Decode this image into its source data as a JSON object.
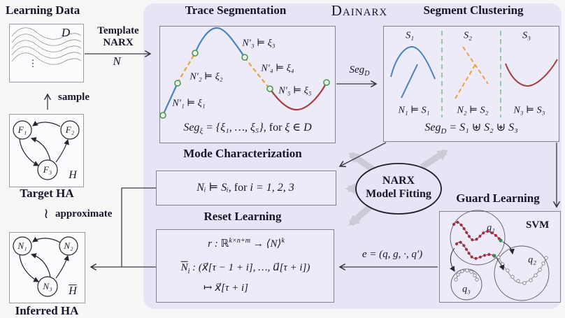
{
  "colors": {
    "panel_bg": "#e7e4f5",
    "box_bg": "#edebf8",
    "page_bg": "#f8f7f8",
    "blue": "#4981bd",
    "orange": "#eaa23a",
    "red": "#a63d3b",
    "green_marker": "#49984f",
    "separator_green": "#7fbf8f",
    "gray_arrow": "#cbcad5",
    "ink": "#15162a"
  },
  "left": {
    "learning_data": {
      "title": "Learning Data",
      "symbol": "D",
      "dots": "⋮"
    },
    "template": {
      "line1": "Template",
      "line2": "NARX",
      "symbol": "N"
    },
    "sample_label": "sample",
    "target": {
      "title": "Target HA",
      "nodes": [
        "F₁",
        "F₂",
        "F₃"
      ],
      "symbol": "H"
    },
    "approx": {
      "symbol": "≀",
      "label": "approximate"
    },
    "inferred": {
      "title": "Inferred HA",
      "nodes": [
        "N₁",
        "N₂",
        "N₃"
      ],
      "symbol": "H"
    }
  },
  "panel": {
    "brand": "Dainarx",
    "trace_segmentation": {
      "title": "Trace Segmentation",
      "labels": [
        "N′₁ ⊨ ξ₁",
        "N′₂ ⊨ ξ₂",
        "N′₃ ⊨ ξ₃",
        "N′₄ ⊨ ξ₄",
        "N′₅ ⊨ ξ₅"
      ],
      "formula": {
        "a": "Seg",
        "sub": "ξ",
        "b": " = {ξ₁, …, ξ₅}, ",
        "kw": "for ",
        "c": "ξ ∈ D"
      }
    },
    "seg_arrow": {
      "a": "Seg",
      "sub": "D"
    },
    "segment_clustering": {
      "title": "Segment Clustering",
      "cluster_names": [
        "S₁",
        "S₂",
        "S₃"
      ],
      "models": [
        "N₁ ⊨ S₁",
        "N₂ ⊨ S₂",
        "N₃ ⊨ S₃"
      ],
      "formula": {
        "a": "Seg",
        "sub": "D",
        "b": " = S₁ ⊎ S₂ ⊎ S₃"
      }
    },
    "mode_characterization": {
      "title": "Mode Characterization",
      "formula": {
        "a": "Nᵢ ⊨ Sᵢ, ",
        "kw": "for ",
        "b": "i = 1, 2, 3"
      }
    },
    "narx_fitting": {
      "line1": "NARX",
      "line2": "Model Fitting"
    },
    "reset_learning": {
      "title": "Reset Learning",
      "l1": {
        "a": "r : ℝ",
        "sup1": "k×n+m",
        "b": " → ⟨N⟩",
        "sup2": "k"
      },
      "l2": {
        "n": "N",
        "sub": "i",
        "rest": " : (x⃗[τ − 1 + i], …, u⃗[τ + i])"
      },
      "l3": "↦ x⃗[τ + i]"
    },
    "edge_label": "e = (q, g, ·, q′)",
    "guard_learning": {
      "title": "Guard Learning",
      "svm": "SVM",
      "regions": [
        "q₁",
        "q₂",
        "q₃"
      ]
    }
  }
}
